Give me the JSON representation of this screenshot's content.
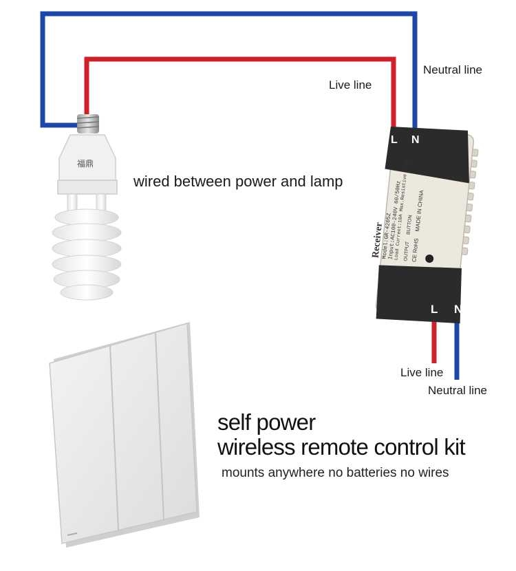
{
  "labels": {
    "neutral_top": "Neutral line",
    "live_top": "Live line",
    "wired_note": "wired between power and lamp",
    "live_bottom": "Live line",
    "neutral_bottom": "Neutral line"
  },
  "headline": {
    "line1": "self power",
    "line2": "wireless remote control kit",
    "tagline": "mounts anywhere no batteries no wires"
  },
  "receiver": {
    "terminal_top_l": "L",
    "terminal_top_n": "N",
    "terminal_bottom_l": "L",
    "terminal_bottom_n": "N",
    "brand": "Receiver",
    "model": "Model:GR-4205Z",
    "input": "Input:AC100-240V 60/50Hz",
    "load": "Load Current:10A Max.Resistive load",
    "output": "OUTPUT",
    "button": "BUTTON",
    "made_in": "MADE IN CHINA",
    "ce": "CE RoHS"
  },
  "bulb": {
    "brand_mark": "福鼎"
  },
  "colors": {
    "live_wire": "#d0202a",
    "neutral_wire": "#1c46a8",
    "receiver_body": "#ece8dd",
    "receiver_cap": "#2b2b2b"
  }
}
